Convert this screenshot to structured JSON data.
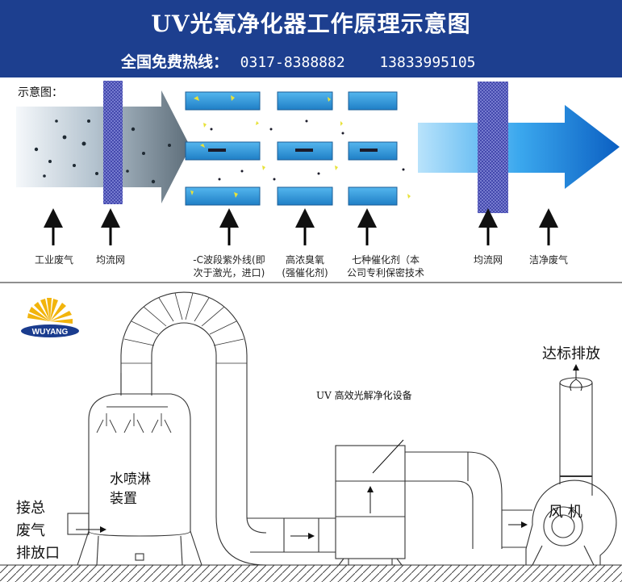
{
  "header": {
    "title": "UV光氧净化器工作原理示意图",
    "hotline_label": "全国免费热线：",
    "phone_1": "0317-8388882",
    "phone_2": "13833995105",
    "background": "#1d3f8f"
  },
  "schematic": {
    "caption": "示意图：",
    "labels": {
      "industrial_gas": "工业废气",
      "mesh_in": "均流网",
      "uvc": "-C波段紫外线(即\n次于激光，进口)",
      "ozone": "高浓臭氧\n(强催化剂)",
      "catalyst": "七种催化剂（本\n公司专利保密技术",
      "mesh_out": "均流网",
      "clean_gas": "洁净废气"
    }
  },
  "diagram": {
    "logo_text": "WUYANG",
    "discharge": "达标排放",
    "device": "UV 高效光解净化设备",
    "spray": "水喷淋\n装置",
    "inlet": "接总\n废气\n排放口",
    "fan": "风 机"
  }
}
